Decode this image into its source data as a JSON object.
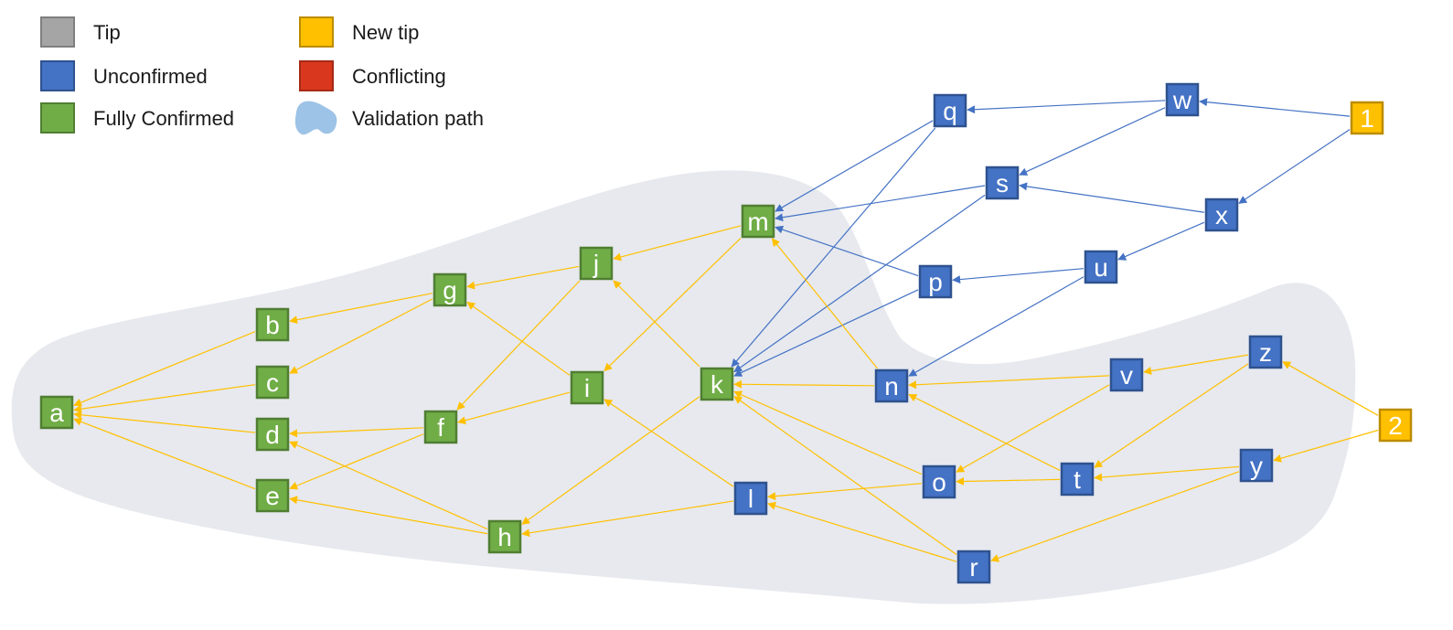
{
  "legend": {
    "items": [
      {
        "key": "tip",
        "label": "Tip",
        "fill": "#A5A5A5",
        "stroke": "#7F7F7F"
      },
      {
        "key": "unconfirmed",
        "label": "Unconfirmed",
        "fill": "#4472C4",
        "stroke": "#2F528F"
      },
      {
        "key": "fully_confirmed",
        "label": "Fully Confirmed",
        "fill": "#70AD47",
        "stroke": "#507E32"
      },
      {
        "key": "new_tip",
        "label": "New tip",
        "fill": "#FFC000",
        "stroke": "#BC8C00"
      },
      {
        "key": "conflicting",
        "label": "Conflicting",
        "fill": "#D9381E",
        "stroke": "#A52A16"
      },
      {
        "key": "validation_path",
        "label": "Validation path",
        "fill": "#9DC3E6",
        "stroke": "none"
      }
    ]
  },
  "colors": {
    "validation_region": "#E7E9EE",
    "edge_blue": "#4472C4",
    "edge_yellow": "#FFC000"
  },
  "nodes": [
    {
      "id": "a",
      "label": "a",
      "state": "fully_confirmed"
    },
    {
      "id": "b",
      "label": "b",
      "state": "fully_confirmed"
    },
    {
      "id": "c",
      "label": "c",
      "state": "fully_confirmed"
    },
    {
      "id": "d",
      "label": "d",
      "state": "fully_confirmed"
    },
    {
      "id": "e",
      "label": "e",
      "state": "fully_confirmed"
    },
    {
      "id": "f",
      "label": "f",
      "state": "fully_confirmed"
    },
    {
      "id": "g",
      "label": "g",
      "state": "fully_confirmed"
    },
    {
      "id": "h",
      "label": "h",
      "state": "fully_confirmed"
    },
    {
      "id": "i",
      "label": "i",
      "state": "fully_confirmed"
    },
    {
      "id": "j",
      "label": "j",
      "state": "fully_confirmed"
    },
    {
      "id": "k",
      "label": "k",
      "state": "fully_confirmed"
    },
    {
      "id": "m",
      "label": "m",
      "state": "fully_confirmed"
    },
    {
      "id": "l",
      "label": "l",
      "state": "unconfirmed"
    },
    {
      "id": "n",
      "label": "n",
      "state": "unconfirmed"
    },
    {
      "id": "o",
      "label": "o",
      "state": "unconfirmed"
    },
    {
      "id": "p",
      "label": "p",
      "state": "unconfirmed"
    },
    {
      "id": "q",
      "label": "q",
      "state": "unconfirmed"
    },
    {
      "id": "r",
      "label": "r",
      "state": "unconfirmed"
    },
    {
      "id": "s",
      "label": "s",
      "state": "unconfirmed"
    },
    {
      "id": "t",
      "label": "t",
      "state": "unconfirmed"
    },
    {
      "id": "u",
      "label": "u",
      "state": "unconfirmed"
    },
    {
      "id": "v",
      "label": "v",
      "state": "unconfirmed"
    },
    {
      "id": "w",
      "label": "w",
      "state": "unconfirmed"
    },
    {
      "id": "x",
      "label": "x",
      "state": "unconfirmed"
    },
    {
      "id": "y",
      "label": "y",
      "state": "unconfirmed"
    },
    {
      "id": "z",
      "label": "z",
      "state": "unconfirmed"
    },
    {
      "id": "1",
      "label": "1",
      "state": "new_tip"
    },
    {
      "id": "2",
      "label": "2",
      "state": "new_tip"
    }
  ],
  "edges": [
    {
      "from": "1",
      "to": "w",
      "color": "blue"
    },
    {
      "from": "1",
      "to": "x",
      "color": "blue"
    },
    {
      "from": "w",
      "to": "q",
      "color": "blue"
    },
    {
      "from": "w",
      "to": "s",
      "color": "blue"
    },
    {
      "from": "x",
      "to": "s",
      "color": "blue"
    },
    {
      "from": "x",
      "to": "u",
      "color": "blue"
    },
    {
      "from": "u",
      "to": "p",
      "color": "blue"
    },
    {
      "from": "u",
      "to": "n",
      "color": "blue"
    },
    {
      "from": "q",
      "to": "m",
      "color": "blue"
    },
    {
      "from": "q",
      "to": "k",
      "color": "blue"
    },
    {
      "from": "s",
      "to": "m",
      "color": "blue"
    },
    {
      "from": "s",
      "to": "k",
      "color": "blue"
    },
    {
      "from": "p",
      "to": "m",
      "color": "blue"
    },
    {
      "from": "p",
      "to": "k",
      "color": "blue"
    },
    {
      "from": "2",
      "to": "z",
      "color": "yellow"
    },
    {
      "from": "2",
      "to": "y",
      "color": "yellow"
    },
    {
      "from": "z",
      "to": "v",
      "color": "yellow"
    },
    {
      "from": "z",
      "to": "t",
      "color": "yellow"
    },
    {
      "from": "y",
      "to": "t",
      "color": "yellow"
    },
    {
      "from": "y",
      "to": "r",
      "color": "yellow"
    },
    {
      "from": "v",
      "to": "n",
      "color": "yellow"
    },
    {
      "from": "v",
      "to": "o",
      "color": "yellow"
    },
    {
      "from": "t",
      "to": "n",
      "color": "yellow"
    },
    {
      "from": "t",
      "to": "o",
      "color": "yellow"
    },
    {
      "from": "o",
      "to": "k",
      "color": "yellow"
    },
    {
      "from": "o",
      "to": "l",
      "color": "yellow"
    },
    {
      "from": "r",
      "to": "k",
      "color": "yellow"
    },
    {
      "from": "r",
      "to": "l",
      "color": "yellow"
    },
    {
      "from": "n",
      "to": "k",
      "color": "yellow"
    },
    {
      "from": "n",
      "to": "m",
      "color": "yellow"
    },
    {
      "from": "l",
      "to": "h",
      "color": "yellow"
    },
    {
      "from": "l",
      "to": "i",
      "color": "yellow"
    },
    {
      "from": "m",
      "to": "j",
      "color": "yellow"
    },
    {
      "from": "m",
      "to": "i",
      "color": "yellow"
    },
    {
      "from": "k",
      "to": "j",
      "color": "yellow"
    },
    {
      "from": "k",
      "to": "h",
      "color": "yellow"
    },
    {
      "from": "j",
      "to": "g",
      "color": "yellow"
    },
    {
      "from": "j",
      "to": "f",
      "color": "yellow"
    },
    {
      "from": "i",
      "to": "g",
      "color": "yellow"
    },
    {
      "from": "i",
      "to": "f",
      "color": "yellow"
    },
    {
      "from": "g",
      "to": "b",
      "color": "yellow"
    },
    {
      "from": "g",
      "to": "c",
      "color": "yellow"
    },
    {
      "from": "f",
      "to": "d",
      "color": "yellow"
    },
    {
      "from": "f",
      "to": "e",
      "color": "yellow"
    },
    {
      "from": "h",
      "to": "d",
      "color": "yellow"
    },
    {
      "from": "h",
      "to": "e",
      "color": "yellow"
    },
    {
      "from": "b",
      "to": "a",
      "color": "yellow"
    },
    {
      "from": "c",
      "to": "a",
      "color": "yellow"
    },
    {
      "from": "d",
      "to": "a",
      "color": "yellow"
    },
    {
      "from": "e",
      "to": "a",
      "color": "yellow"
    }
  ]
}
